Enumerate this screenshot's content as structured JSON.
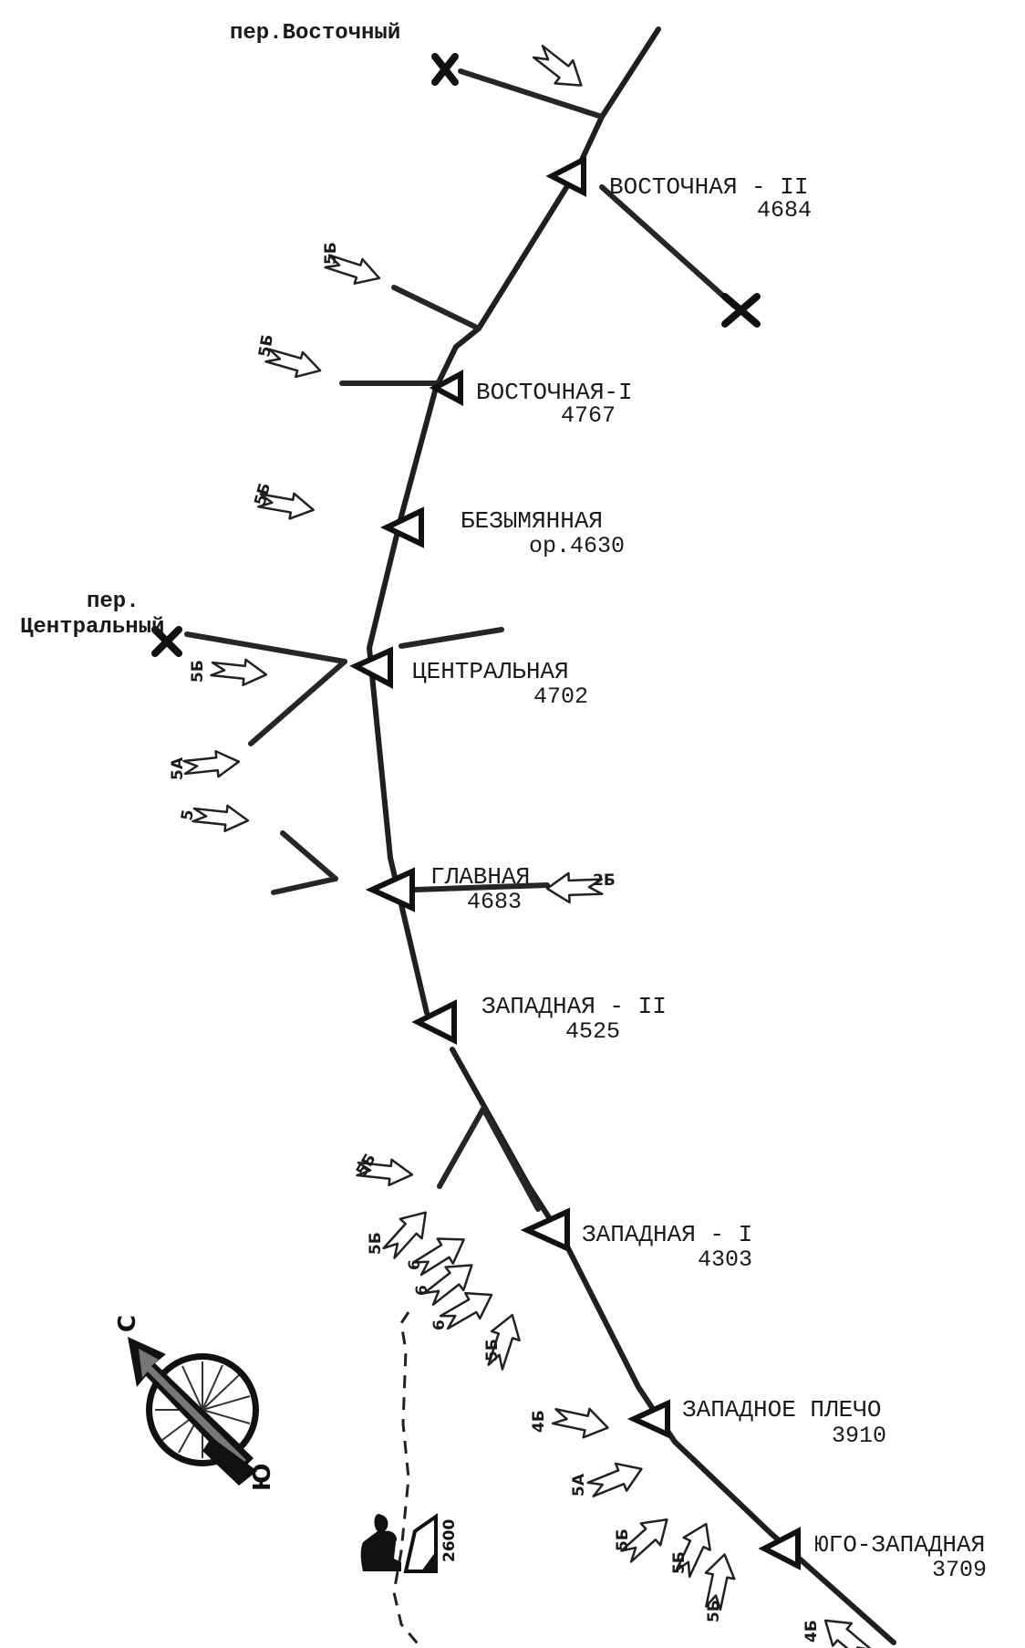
{
  "passes": {
    "vostochny": "пер.Восточный",
    "central_line1": "пер.",
    "central_line2": "Центральный"
  },
  "peaks": [
    {
      "name": "ВОСТОЧНАЯ - II",
      "alt": "4684"
    },
    {
      "name": "ВОСТОЧНАЯ-I",
      "alt": "4767"
    },
    {
      "name": "БЕЗЫМЯННАЯ",
      "alt": "ор.4630"
    },
    {
      "name": "ЦЕНТРАЛЬНАЯ",
      "alt": "4702"
    },
    {
      "name": "ГЛАВНАЯ",
      "alt": "4683"
    },
    {
      "name": "ЗАПАДНАЯ - II",
      "alt": "4525"
    },
    {
      "name": "ЗАПАДНАЯ - I",
      "alt": "4303"
    },
    {
      "name": "ЗАПАДНОЕ ПЛЕЧО",
      "alt": "3910"
    },
    {
      "name": "ЮГО-ЗАПАДНАЯ",
      "alt": "3709"
    }
  ],
  "route_grades": [
    "5Б",
    "5Б",
    "5Б",
    "5Б",
    "5А",
    "5",
    "2Б",
    "5Б",
    "5Б",
    "6",
    "6",
    "6",
    "5Б",
    "4Б",
    "5А",
    "5Б",
    "5Б",
    "5Б",
    "4Б"
  ],
  "compass": {
    "north": "С",
    "south": "Ю"
  },
  "camp": {
    "alt": "2600"
  }
}
